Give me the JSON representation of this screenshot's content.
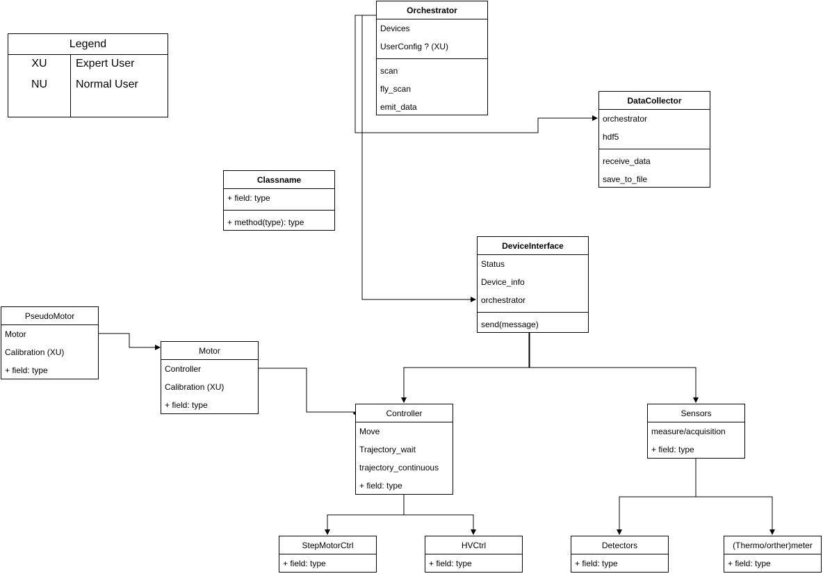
{
  "legend": {
    "title": "Legend",
    "rows": [
      {
        "key": "XU",
        "desc": "Expert User"
      },
      {
        "key": "NU",
        "desc": "Normal User"
      }
    ]
  },
  "orchestrator": {
    "name": "Orchestrator",
    "fields": [
      "Devices",
      "UserConfig ? (XU)"
    ],
    "methods": [
      "scan",
      "fly_scan",
      "emit_data"
    ]
  },
  "data_collector": {
    "name": "DataCollector",
    "fields": [
      "orchestrator",
      "hdf5"
    ],
    "methods": [
      "receive_data",
      "save_to_file"
    ]
  },
  "classname": {
    "name": "Classname",
    "fields": [
      "+ field: type"
    ],
    "methods": [
      "+ method(type): type"
    ]
  },
  "device_interface": {
    "name": "DeviceInterface",
    "fields": [
      "Status",
      "Device_info",
      "orchestrator"
    ],
    "methods": [
      "send(message)"
    ]
  },
  "pseudo_motor": {
    "name": "PseudoMotor",
    "fields": [
      "Motor",
      "Calibration (XU)",
      "+ field: type"
    ]
  },
  "motor": {
    "name": "Motor",
    "fields": [
      "Controller",
      "Calibration (XU)",
      "+ field: type"
    ]
  },
  "controller": {
    "name": "Controller",
    "fields": [
      "Move",
      "Trajectory_wait",
      "trajectory_continuous",
      "+ field: type"
    ]
  },
  "sensors": {
    "name": "Sensors",
    "fields": [
      "measure/acquisition",
      "+ field: type"
    ]
  },
  "step_motor_ctrl": {
    "name": "StepMotorCtrl",
    "fields": [
      "+ field: type"
    ]
  },
  "hv_ctrl": {
    "name": "HVCtrl",
    "fields": [
      "+ field: type"
    ]
  },
  "detectors": {
    "name": "Detectors",
    "fields": [
      "+ field: type"
    ]
  },
  "thermometer": {
    "name": "(Thermo/orther)meter",
    "fields": [
      "+ field: type"
    ]
  }
}
